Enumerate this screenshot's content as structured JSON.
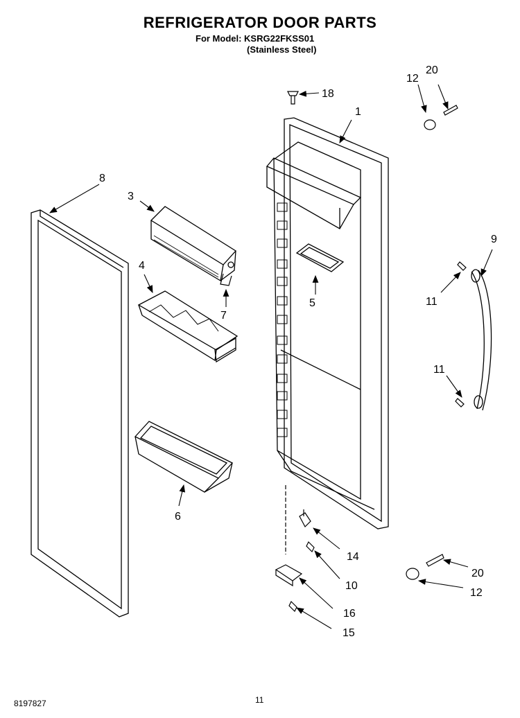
{
  "title": "REFRIGERATOR DOOR PARTS",
  "model_line": "For Model: KSRG22FKSS01",
  "finish_line": "(Stainless Steel)",
  "doc_number": "8197827",
  "page_number": "11",
  "callouts": {
    "c1": "1",
    "c3": "3",
    "c4": "4",
    "c5": "5",
    "c6": "6",
    "c7": "7",
    "c8": "8",
    "c9": "9",
    "c10": "10",
    "c11a": "11",
    "c11b": "11",
    "c12a": "12",
    "c12b": "12",
    "c14": "14",
    "c15": "15",
    "c16": "16",
    "c18": "18",
    "c20a": "20",
    "c20b": "20"
  }
}
